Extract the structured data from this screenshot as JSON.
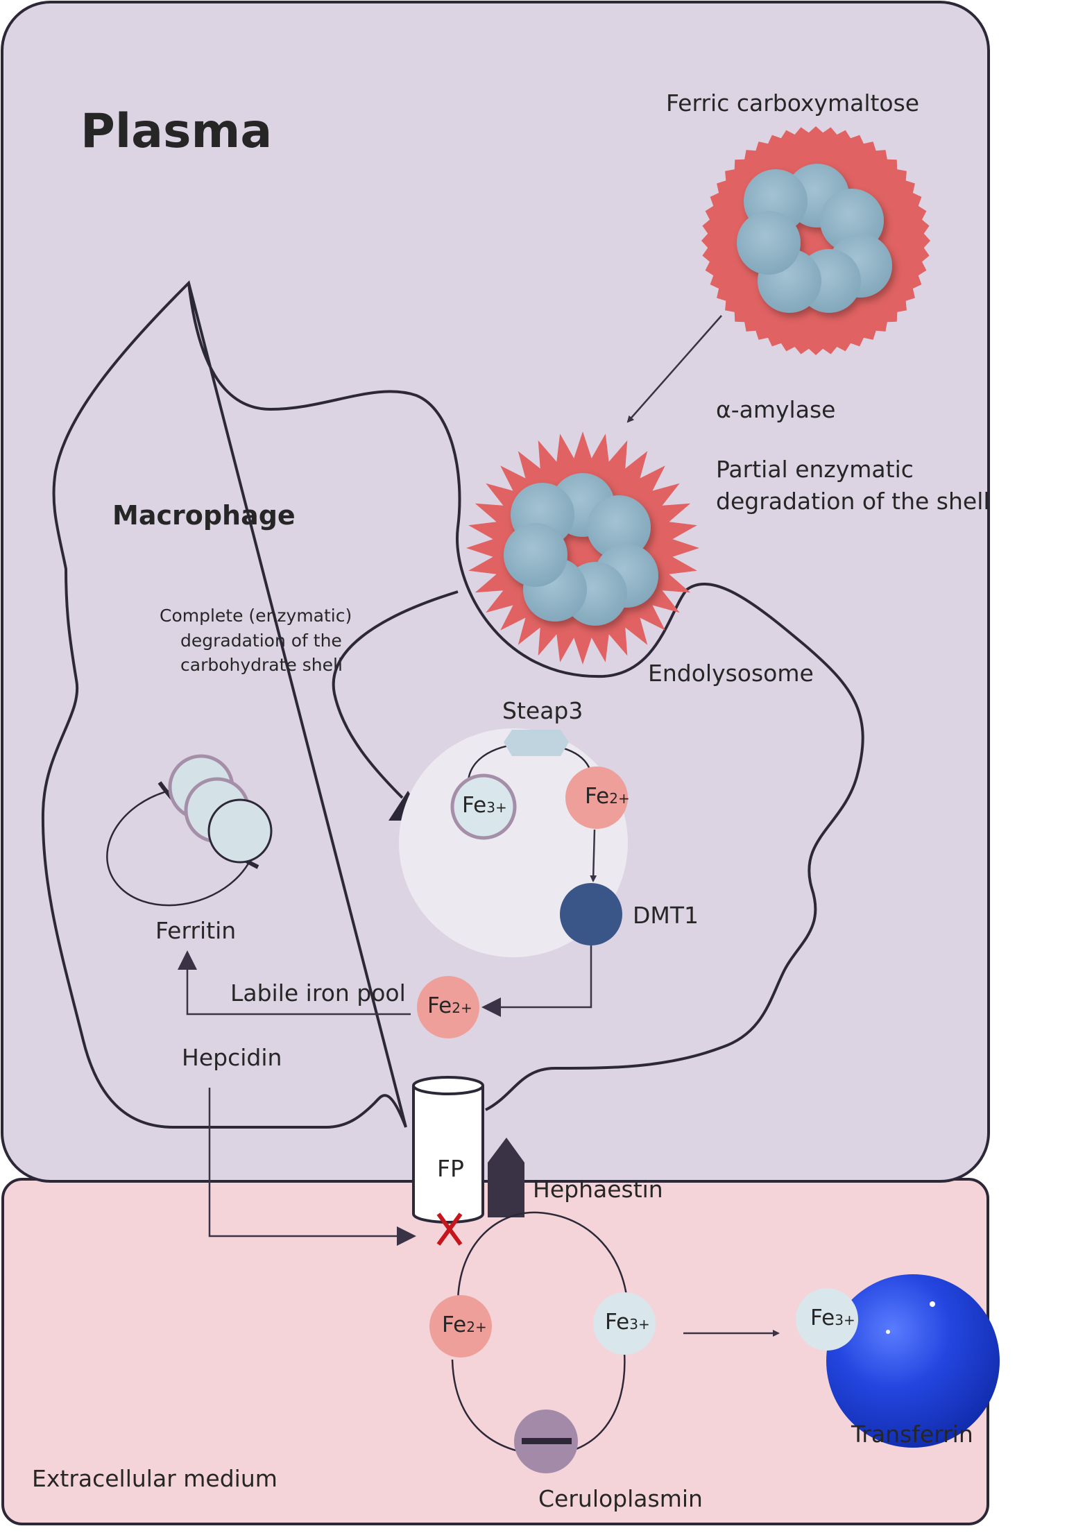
{
  "compartments": {
    "plasma": "Plasma",
    "extracellular": "Extracellular medium",
    "macrophage": "Macrophage"
  },
  "labels": {
    "ferric_carboxymaltose": "Ferric carboxymaltose",
    "alpha_amylase": "α-amylase",
    "partial_degradation_line1": "Partial enzymatic",
    "partial_degradation_line2": "degradation of the shell",
    "complete_degradation_line1": "Complete (enzymatic)",
    "complete_degradation_line2": "degradation of the",
    "complete_degradation_line3": "carbohydrate shell",
    "endolysosome": "Endolysosome",
    "steap3": "Steap3",
    "dmt1": "DMT1",
    "ferritin": "Ferritin",
    "labile_iron_pool": "Labile iron pool",
    "hepcidin": "Hepcidin",
    "fp": "FP",
    "hephaestin": "Hephaestin",
    "ceruloplasmin": "Ceruloplasmin",
    "transferrin": "Transferrin"
  },
  "ions": {
    "fe": "Fe",
    "ferric_charge": "3+",
    "ferrous_charge": "2+"
  },
  "colors": {
    "plasma_bg": "#dcd4e3",
    "extracellular_bg": "#f4d4d8",
    "shell_red": "#e06262",
    "core_blue": "#8fb3c6",
    "ferric_ion": "#d9e6ec",
    "ferrous_ion": "#ef9f99",
    "dmt1": "#3a5588",
    "transferrin": "#1c3fd6",
    "ceruloplasmin": "#a38aa9",
    "membrane": "#2d2838",
    "inhibition": "#c4161c"
  }
}
